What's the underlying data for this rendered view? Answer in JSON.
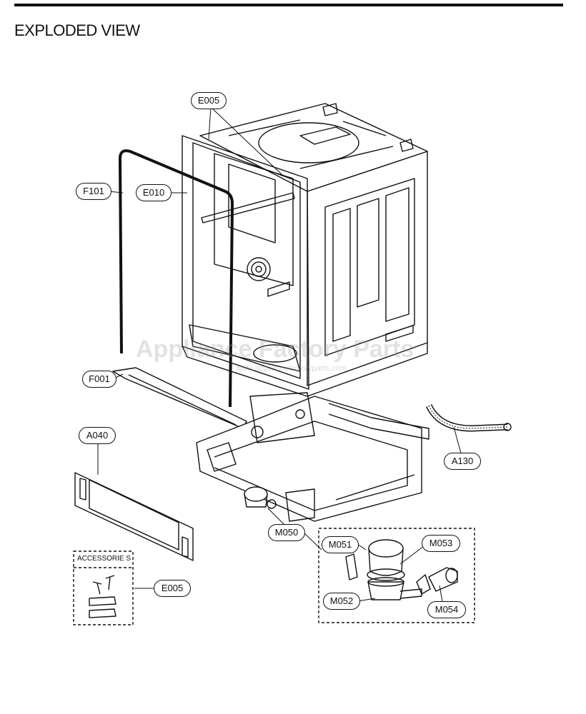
{
  "header": {
    "title": "EXPLODED VIEW"
  },
  "watermark": {
    "text": "Appliance Factory Parts",
    "url": "www.appliancefactoryparts.com"
  },
  "accessories": {
    "label": "ACCESSORIE S"
  },
  "callouts": {
    "e005_top": "E005",
    "f101": "F101",
    "e010": "E010",
    "f001": "F001",
    "a040": "A040",
    "a130": "A130",
    "m050": "M050",
    "m051": "M051",
    "m053": "M053",
    "m052": "M052",
    "m054": "M054",
    "e005_acc": "E005"
  }
}
